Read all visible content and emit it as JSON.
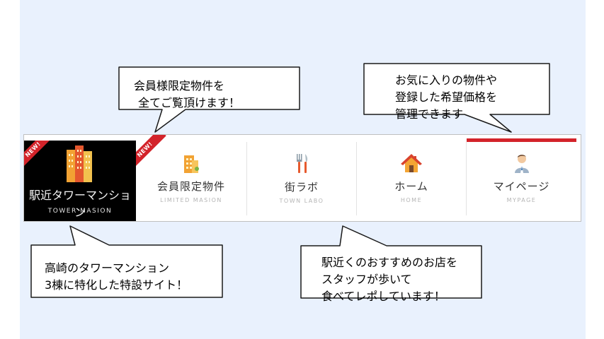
{
  "nav": {
    "logo": {
      "badge": "NEW!",
      "title": "駅近タワーマンション",
      "subtitle": "TOWER MASION"
    },
    "items": [
      {
        "label": "会員限定物件",
        "sub": "LIMITED MASION",
        "badge": "NEW!",
        "icon": "building-icon",
        "active": false
      },
      {
        "label": "街ラボ",
        "sub": "TOWN LABO",
        "icon": "fork-knife-icon",
        "active": false
      },
      {
        "label": "ホーム",
        "sub": "HOME",
        "icon": "house-icon",
        "active": false
      },
      {
        "label": "マイページ",
        "sub": "MYPAGE",
        "icon": "person-icon",
        "active": true
      }
    ]
  },
  "callouts": {
    "members": {
      "lines": [
        "会員様限定物件を",
        "全てご覧頂けます！"
      ]
    },
    "mypage": {
      "lines": [
        "お気に入りの物件や",
        "登録した希望価格を",
        "管理できます"
      ]
    },
    "tower": {
      "lines": [
        "高崎のタワーマンション",
        "3棟に特化した特設サイト！"
      ]
    },
    "townlabo": {
      "lines": [
        "駅近くのおすすめのお店を",
        "スタッフが歩いて",
        "食べてレポしています！"
      ]
    }
  },
  "colors": {
    "accent": "#d3232a",
    "callout_text": "#e6007e",
    "background": "#e9f1fd"
  }
}
